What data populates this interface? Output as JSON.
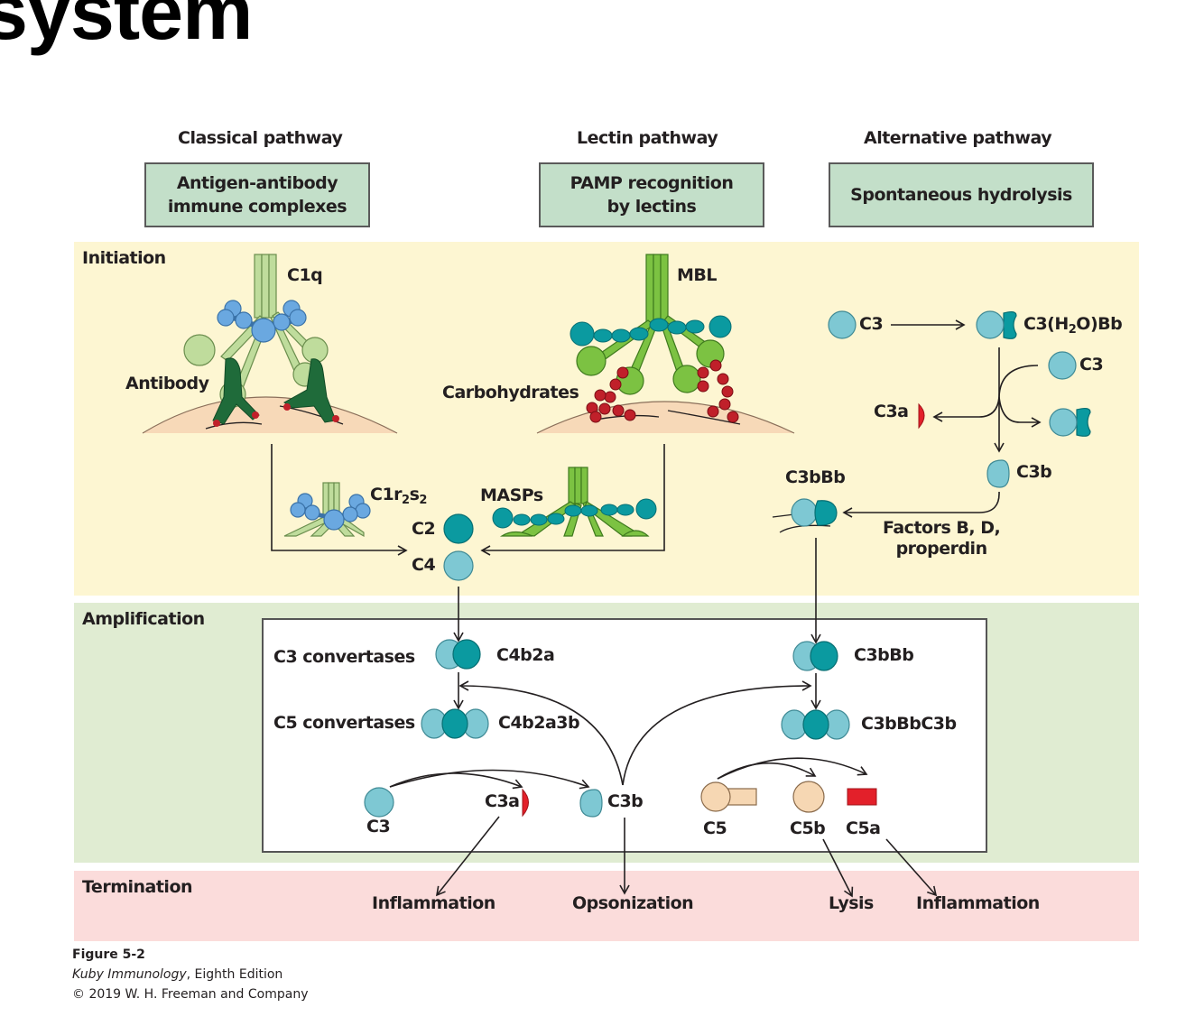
{
  "slide": {
    "title_fragment": "system"
  },
  "pathways": [
    {
      "name": "Classical pathway",
      "trigger": [
        "Antigen-antibody",
        "immune complexes"
      ]
    },
    {
      "name": "Lectin pathway",
      "trigger": [
        "PAMP recognition",
        "by lectins"
      ]
    },
    {
      "name": "Alternative pathway",
      "trigger": [
        "Spontaneous hydrolysis"
      ]
    }
  ],
  "stages": {
    "initiation": "Initiation",
    "amplification": "Amplification",
    "termination": "Termination"
  },
  "initiation": {
    "classical": {
      "c1q": "C1q",
      "antibody": "Antibody",
      "c1r2s2": "C1r",
      "c1r2s2_sub1": "2",
      "c1r2s2_mid": "s",
      "c1r2s2_sub2": "2"
    },
    "lectin": {
      "mbl": "MBL",
      "carbohydrates": "Carbohydrates",
      "masps": "MASPs"
    },
    "shared": {
      "c2": "C2",
      "c4": "C4"
    },
    "alternative": {
      "c3_start": "C3",
      "c3h2obb_pre": "C3(H",
      "c3h2obb_sub": "2",
      "c3h2obb_post": "O)Bb",
      "c3_branch": "C3",
      "c3a": "C3a",
      "c3b": "C3b",
      "c3bbb": "C3bBb",
      "factors": [
        "Factors B, D,",
        "properdin"
      ]
    }
  },
  "amplification": {
    "c3_convertases": "C3 convertases",
    "c5_convertases": "C5 convertases",
    "c4b2a": "C4b2a",
    "c4b2a3b": "C4b2a3b",
    "c3bbb": "C3bBb",
    "c3bbbc3b": "C3bBbC3b",
    "c3": "C3",
    "c3a": "C3a",
    "c3b": "C3b",
    "c5": "C5",
    "c5b": "C5b",
    "c5a": "C5a"
  },
  "termination": {
    "outcomes": [
      "Inflammation",
      "Opsonization",
      "Lysis",
      "Inflammation"
    ]
  },
  "caption": {
    "figure": "Figure 5-2",
    "book": "Kuby Immunology",
    "edition": ", Eighth Edition",
    "copyright": "© 2019 W. H. Freeman and Company"
  },
  "colors": {
    "c3_light": "#7ec8d3",
    "c3_dark": "#0b9aa0",
    "c1_blue": "#6aa8e0",
    "lectin_green": "#7cc242",
    "c1q_green": "#bfdc9c",
    "antibody_green": "#1f6b3a",
    "carbohydrate_red": "#c0202a",
    "cleavage_red": "#e3202a",
    "c5_tan": "#f6d7b3",
    "membrane": "#f5cfad"
  }
}
